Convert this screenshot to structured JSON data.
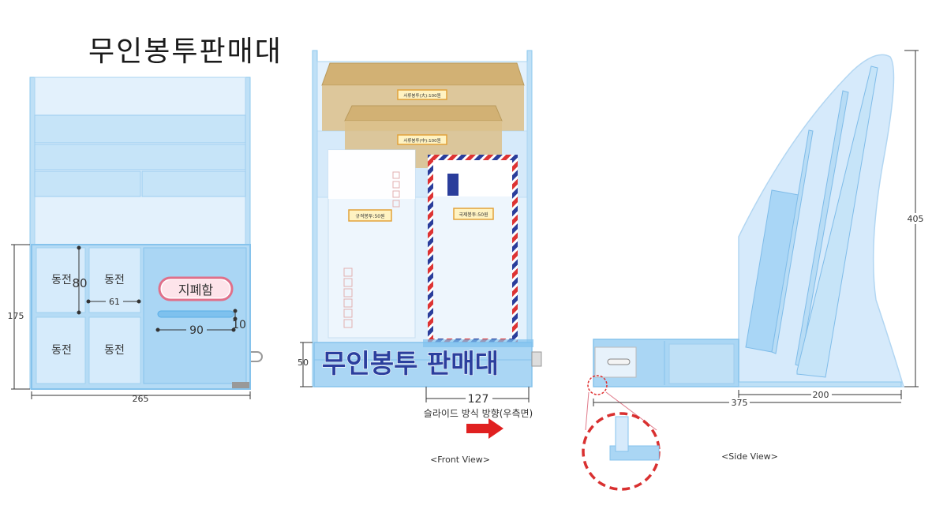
{
  "title": "무인봉투판매대",
  "left_view": {
    "coin_label": "동전",
    "bill_label": "지폐함",
    "dim_height": "175",
    "dim_width": "265",
    "dim_coin_h": "80",
    "dim_coin_w": "61",
    "dim_slot_w": "90",
    "dim_slot_h": "10"
  },
  "front_view": {
    "env_large": "서류봉투(大):100원",
    "env_medium": "서류봉투(中):100원",
    "env_standard": "규격봉투:50원",
    "env_intl": "국제봉투:50원",
    "banner": "무인봉투 판매대",
    "dim_50": "50",
    "dim_127": "127",
    "slide_label": "슬라이드 방식 방향(우측면)",
    "caption": "<Front View>"
  },
  "side_view": {
    "dim_405": "405",
    "dim_200": "200",
    "dim_375": "375",
    "caption": "<Side View>"
  },
  "colors": {
    "panel_light": "#d9ecfb",
    "panel_mid": "#b8dcf5",
    "frame": "#8ec8ee",
    "arrow": "#e02020",
    "banner_text": "#2b3f9e",
    "envelope_kraft": "#dcc08a"
  }
}
